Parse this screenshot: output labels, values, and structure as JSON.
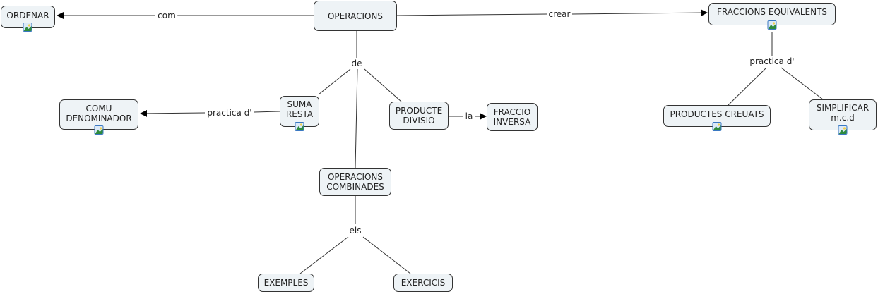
{
  "nodes": {
    "ordenar": "ORDENAR",
    "operacions": "OPERACIONS",
    "fraccions_equivalents": "FRACCIONS EQUIVALENTS",
    "comu_denominador": "COMU\nDENOMINADOR",
    "suma_resta": "SUMA\nRESTA",
    "producte_divisio": "PRODUCTE\nDIVISIO",
    "fraccio_inversa": "FRACCIO\nINVERSA",
    "productes_creuats": "PRODUCTES CREUATS",
    "simplificar": "SIMPLIFICAR\nm.c.d",
    "operacions_combinades": "OPERACIONS\nCOMBINADES",
    "exemples": "EXEMPLES",
    "exercicis": "EXERCICIS"
  },
  "links": {
    "com": "com",
    "crear": "crear",
    "de": "de",
    "practica_d_left": "practica d'",
    "la": "la",
    "practica_d_right": "practica d'",
    "els": "els"
  },
  "icons": {
    "resource": "image-resource-icon"
  }
}
